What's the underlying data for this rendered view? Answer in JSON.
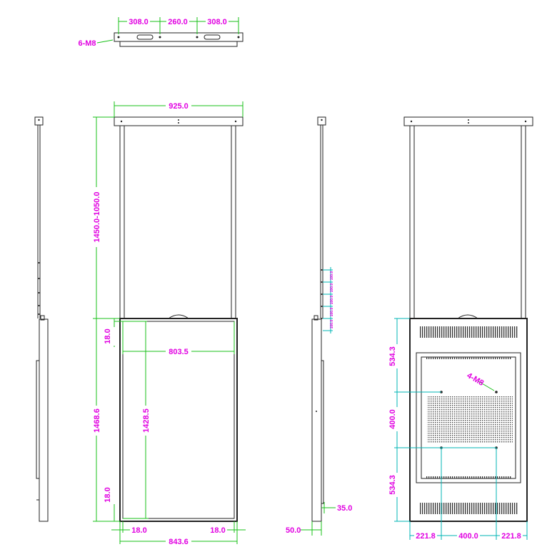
{
  "top_view": {
    "dims": [
      "308.0",
      "260.0",
      "308.0"
    ],
    "callout": "6-M8"
  },
  "front_view": {
    "width_top": "925.0",
    "height_range": "1450.0-1050.0",
    "panel_height": "1468.6",
    "inner_height": "1428.5",
    "inner_width": "803.5",
    "border_top": "18.0",
    "border_bottom": "18.0",
    "border_left": "18.0",
    "border_right": "18.0",
    "panel_width": "843.6"
  },
  "side_view": {
    "hole_steps": [
      "100.0",
      "100.0",
      "100.0",
      "100.0",
      "100.0"
    ],
    "depth_top": "35.0",
    "depth_bottom": "50.0"
  },
  "rear_view": {
    "callout": "4-M8",
    "vert_dims": [
      "534.3",
      "400.0",
      "534.3"
    ],
    "horiz_dims": [
      "221.8",
      "400.0",
      "221.8"
    ]
  },
  "colors": {
    "dimension": "#e100e1",
    "outline": "#222222",
    "green_guide": "#18c018",
    "cyan_guide": "#00b4b4"
  }
}
